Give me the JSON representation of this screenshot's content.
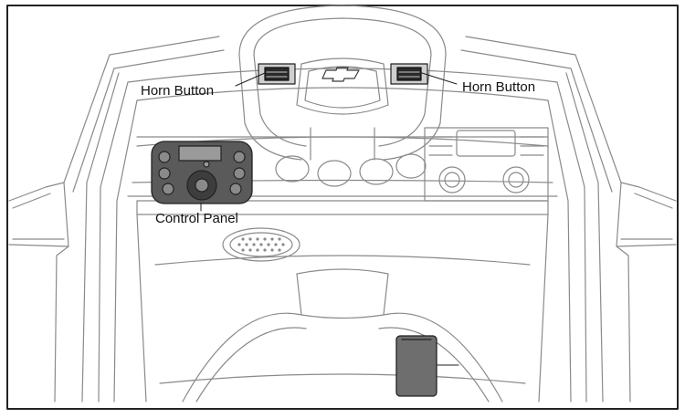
{
  "labels": {
    "horn_left": "Horn Button",
    "horn_right": "Horn Button",
    "control_panel": "Control Panel"
  },
  "colors": {
    "line": "#8a8a8a",
    "dark": "#3a3a3a",
    "fill_gray": "#6e6e6e",
    "frame": "#222222"
  }
}
